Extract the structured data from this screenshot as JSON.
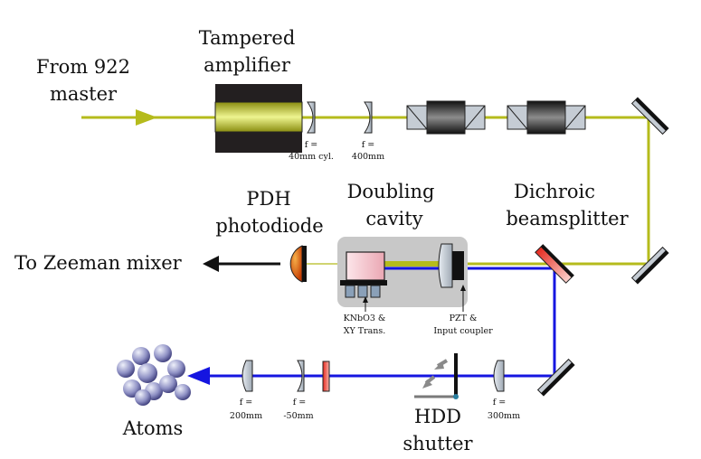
{
  "labels": {
    "from_922_line1": "From 922",
    "from_922_line2": "master",
    "tampered_line1": "Tampered",
    "tampered_line2": "amplifier",
    "pdh_line1": "PDH",
    "pdh_line2": "photodiode",
    "doubling_line1": "Doubling",
    "doubling_line2": "cavity",
    "dichroic_line1": "Dichroic",
    "dichroic_line2": "beamsplitter",
    "to_zeeman": "To Zeeman mixer",
    "knbo3_line1": "KNbO3 &",
    "knbo3_line2": "XY Trans.",
    "pzt_line1": "PZT &",
    "pzt_line2": "Input coupler",
    "atoms": "Atoms",
    "hdd_line1": "HDD",
    "hdd_line2": "shutter",
    "lens_cyl_line1": "f =",
    "lens_cyl_line2": "40mm cyl.",
    "lens_400_line1": "f =",
    "lens_400_line2": "400mm",
    "lens_200_line1": "f =",
    "lens_200_line2": "200mm",
    "lens_m50_line1": "f =",
    "lens_m50_line2": "-50mm",
    "lens_300_line1": "f =",
    "lens_300_line2": "300mm"
  },
  "colors": {
    "infrared_beam": "#b5bb1c",
    "blue_beam": "#1515e0",
    "cavity_box": "#c8c8c8",
    "optic_fill": "#c5ccd4",
    "mirror_black": "#111111",
    "dichroic_red": "#e23a2a",
    "photodiode": "#e06a10",
    "crystal_pink": "#f5c6cc",
    "amplifier_yellow": "#d7df2c",
    "atom_blue": "#6a6aa8"
  }
}
